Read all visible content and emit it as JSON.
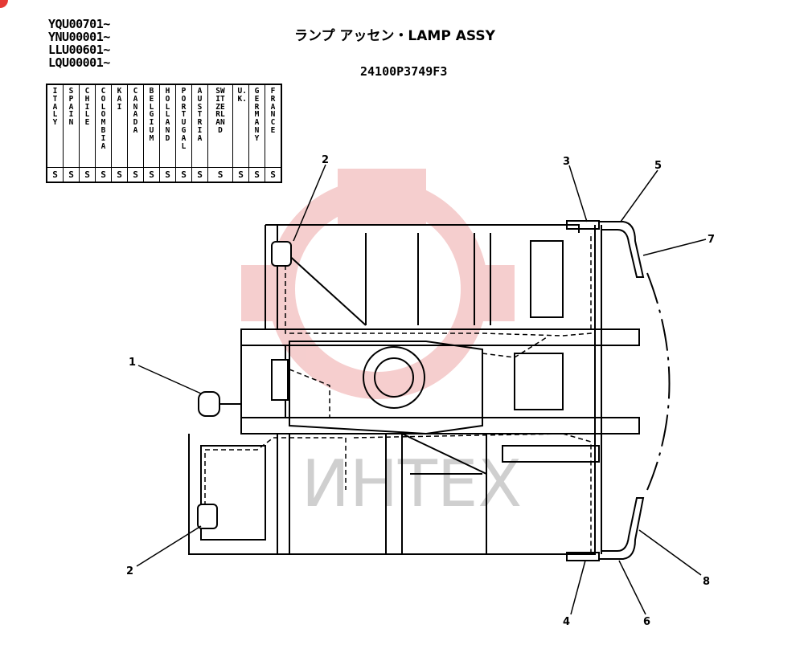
{
  "serials": [
    "YQU00701~",
    "YNU00001~",
    "LLU00601~",
    "LQU00001~"
  ],
  "title": "ランプ アッセン・LAMP ASSY",
  "part_number": "24100P3749F3",
  "countries": [
    {
      "name": "ITALY",
      "code": "S"
    },
    {
      "name": "SPAIN",
      "code": "S"
    },
    {
      "name": "CHILE",
      "code": "S"
    },
    {
      "name": "COLOMBIA",
      "code": "S"
    },
    {
      "name": "KAI",
      "code": "S"
    },
    {
      "name": "CANADA",
      "code": "S"
    },
    {
      "name": "BELGIUM",
      "code": "S"
    },
    {
      "name": "HOLLAND",
      "code": "S"
    },
    {
      "name": "PORTUGAL",
      "code": "S"
    },
    {
      "name": "AUSTRIA",
      "code": "S"
    },
    {
      "name": "SWITZERLAND",
      "code": "S"
    },
    {
      "name": "U.K.",
      "code": "S"
    },
    {
      "name": "GERMANY",
      "code": "S"
    },
    {
      "name": "FRANCE",
      "code": "S"
    }
  ],
  "callouts": {
    "c1": "1",
    "c2a": "2",
    "c2b": "2",
    "c3": "3",
    "c4": "4",
    "c5": "5",
    "c6": "6",
    "c7": "7",
    "c8": "8"
  },
  "watermark": "ИНТЕХ",
  "colors": {
    "line": "#000000",
    "watermark": "#f4c6c6",
    "watermark_text": "#cfcfcf",
    "corner": "#e53935"
  }
}
